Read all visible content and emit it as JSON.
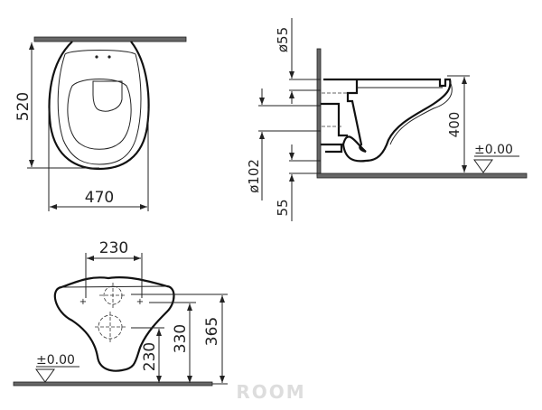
{
  "top_view": {
    "width_label": "470",
    "depth_label": "520"
  },
  "side_view": {
    "waste_diameter_label": "ø102",
    "inlet_diameter_label": "ø55",
    "height_label": "400",
    "offset_label": "55",
    "floor_level_label": "±0.00"
  },
  "rear_view": {
    "fixing_spacing_label": "230",
    "waste_height_label": "230",
    "fixing_height_label": "330",
    "inlet_height_label": "365",
    "floor_level_label": "±0.00"
  },
  "watermark": "ROOM"
}
